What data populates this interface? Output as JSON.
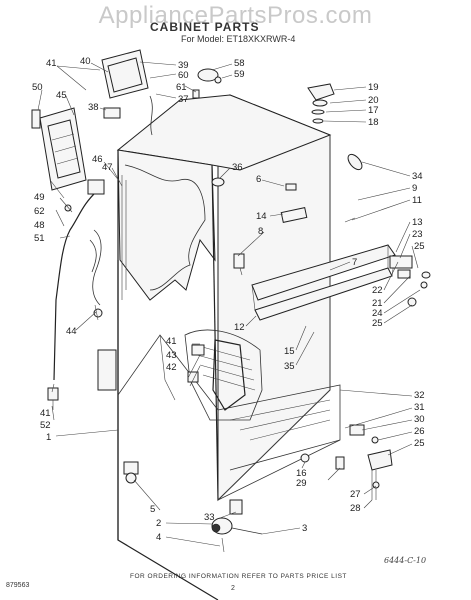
{
  "header": {
    "watermark": "AppliancePartsPros.com",
    "title": "CABINET PARTS",
    "model": "For Model: ET18XKXRWR-4"
  },
  "footer": {
    "ordering_note": "FOR ORDERING INFORMATION REFER TO PARTS PRICE LIST",
    "page_number": "2",
    "document_number": "879563",
    "handwritten_note": "6444-C-10"
  },
  "callouts": {
    "c41a": "41",
    "c40": "40",
    "c39": "39",
    "c60": "60",
    "c58": "58",
    "c59": "59",
    "c37": "37",
    "c61": "61",
    "c50": "50",
    "c45": "45",
    "c38": "38",
    "c19": "19",
    "c20": "20",
    "c17": "17",
    "c18": "18",
    "c36": "36",
    "c34": "34",
    "c6": "6",
    "c9": "9",
    "c11": "11",
    "c14": "14",
    "c8": "8",
    "c13": "13",
    "c23": "23",
    "c25a": "25",
    "c7": "7",
    "c22": "22",
    "c21": "21",
    "c24": "24",
    "c25b": "25",
    "c46": "46",
    "c47": "47",
    "c49": "49",
    "c62": "62",
    "c48": "48",
    "c51": "51",
    "c44": "44",
    "c12": "12",
    "c15": "15",
    "c35": "35",
    "c41b": "41",
    "c43": "43",
    "c42": "42",
    "c41c": "41",
    "c52": "52",
    "c1": "1",
    "c32": "32",
    "c31": "31",
    "c30": "30",
    "c26": "26",
    "c25c": "25",
    "c16": "16",
    "c29": "29",
    "c27": "27",
    "c28": "28",
    "c33": "33",
    "c5": "5",
    "c2": "2",
    "c4": "4",
    "c3": "3"
  }
}
